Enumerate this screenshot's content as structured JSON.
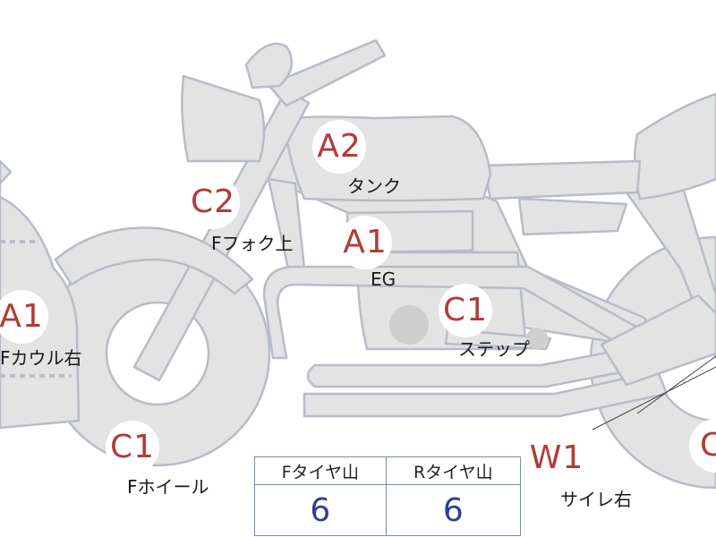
{
  "colors": {
    "body_fill": "#e3e3e3",
    "outline": "#b7bcc7",
    "code_text": "#b23a3a",
    "tire_value": "#2f3f8f",
    "table_border": "#7d8ba5",
    "engine_dot": "#cfcfcf"
  },
  "markers": [
    {
      "id": "tank",
      "code": "A2",
      "part": "タンク"
    },
    {
      "id": "front-fork-upper",
      "code": "C2",
      "part": "Fフォク上"
    },
    {
      "id": "engine",
      "code": "A1",
      "part": "EG"
    },
    {
      "id": "front-cowl-right",
      "code": "A1",
      "part": "Fカウル右"
    },
    {
      "id": "step",
      "code": "C1",
      "part": "ステップ"
    },
    {
      "id": "front-wheel",
      "code": "C1",
      "part": "Fホイール"
    },
    {
      "id": "silencer-right",
      "code": "W1",
      "part": "サイレ右"
    },
    {
      "id": "rear-edge",
      "code": "C",
      "part": ""
    }
  ],
  "tire_table": {
    "headers": [
      "Fタイヤ山",
      "Rタイヤ山"
    ],
    "values": [
      "6",
      "6"
    ]
  }
}
